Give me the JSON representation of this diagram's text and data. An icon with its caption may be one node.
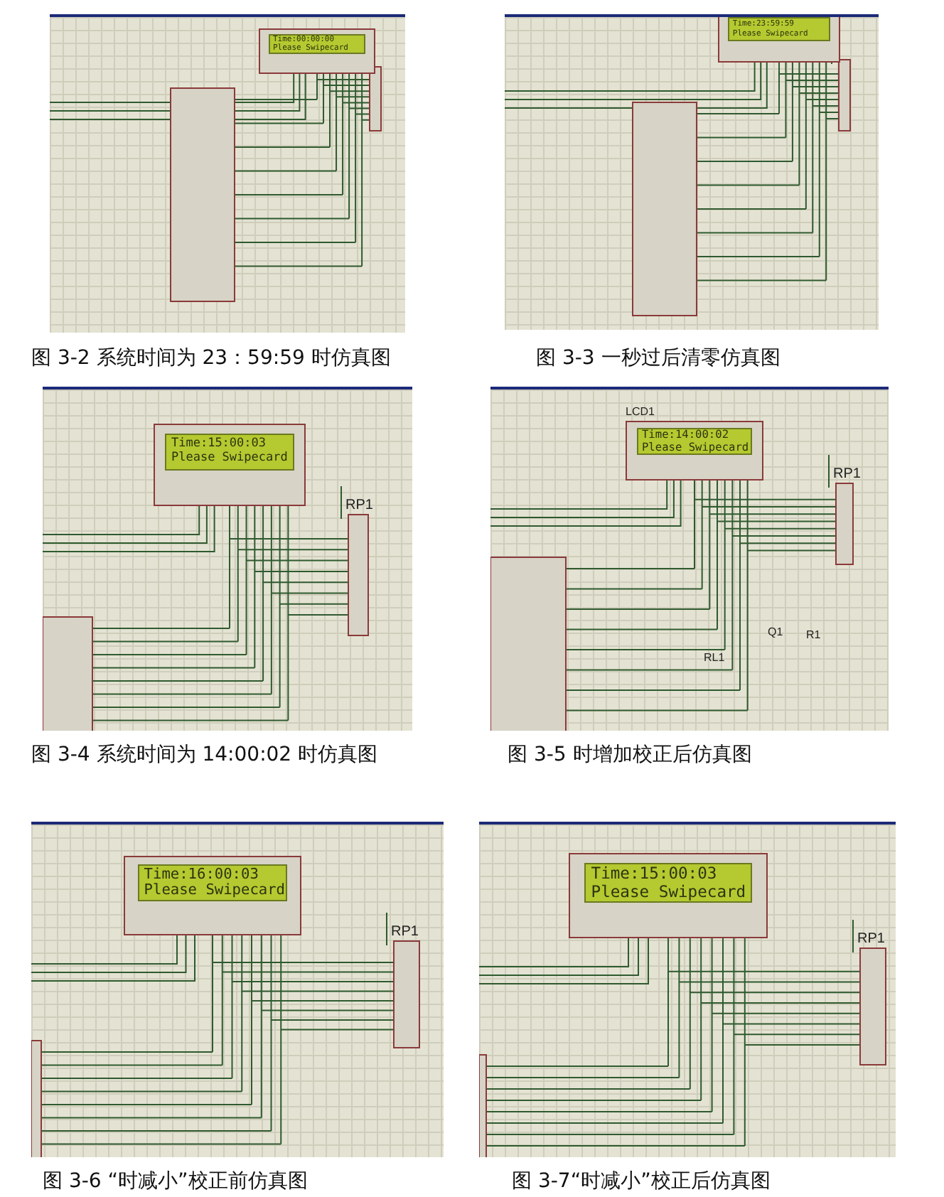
{
  "diagram": {
    "labels": [
      "Time:00:00:00",
      "Please Swipecard",
      "图 3-2 系统时间为 23：59:59 时仿真图",
      "Time:23:59:59",
      "Please Swipecard",
      "图 3-3 一秒过后清零仿真图",
      "Time:15:00:03",
      "Please Swipecard",
      "RP1",
      "图 3-4 系统时间为 14:00:02 时仿真图",
      "LCD1",
      "Time:14:00:02",
      "Please Swipecard",
      "RP1",
      "Q1",
      "RL1",
      "R1",
      "图 3-5 时增加校正后仿真图",
      "Time:16:00:03",
      "Please Swipecard",
      "RP1",
      "图 3-6 “时减小”校正前仿真图",
      "Time:15:00:03",
      "Please Swipecard",
      "RP1",
      "图 3-7“时减小”校正后仿真图"
    ]
  }
}
